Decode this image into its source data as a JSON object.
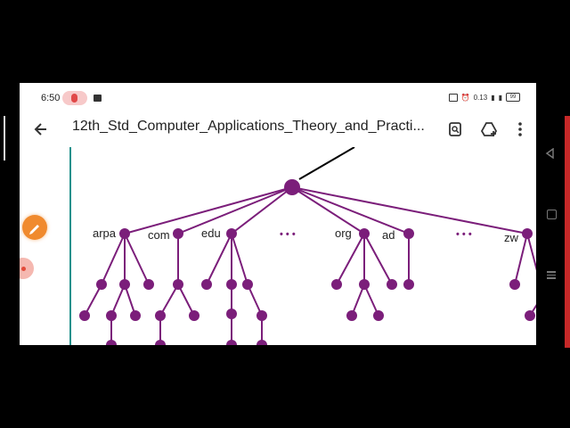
{
  "status": {
    "time": "6:50",
    "network_speed": "0.13",
    "battery": "99"
  },
  "toolbar": {
    "title": "12th_Std_Computer_Applications_Theory_and_Practi..."
  },
  "tree": {
    "labels": [
      "arpa",
      "com",
      "edu",
      "org",
      "ad",
      "zw"
    ],
    "ellipsis": [
      "• • •",
      "• • •"
    ]
  },
  "colors": {
    "tree": "#7b1e7a",
    "accent": "#21918c",
    "pencil": "#f08a2e"
  },
  "icons": [
    "back-arrow-icon",
    "search-doc-icon",
    "drive-add-icon",
    "more-vert-icon",
    "pencil-icon"
  ]
}
